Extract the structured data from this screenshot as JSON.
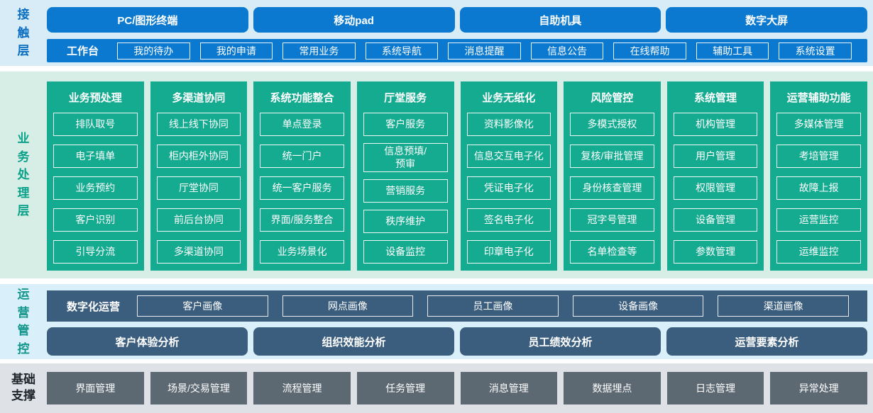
{
  "palette": {
    "blue": "#0b79cf",
    "teal": "#14ab90",
    "steel_blue": "#3b5e7e",
    "slate_gray": "#5c6973",
    "contact_bg": "#d8ecf7",
    "business_bg": "#d7eee6",
    "operations_bg": "#d9f0fa",
    "foundation_bg": "#dee2e7"
  },
  "contact_layer": {
    "label": "接触层",
    "terminals": [
      "PC/图形终端",
      "移动pad",
      "自助机具",
      "数字大屏"
    ],
    "workbench": {
      "label": "工作台",
      "items": [
        "我的待办",
        "我的申请",
        "常用业务",
        "系统导航",
        "消息提醒",
        "信息公告",
        "在线帮助",
        "辅助工具",
        "系统设置"
      ]
    }
  },
  "business_layer": {
    "label": "业务处理层",
    "columns": [
      {
        "title": "业务预处理",
        "items": [
          "排队取号",
          "电子填单",
          "业务预约",
          "客户识别",
          "引导分流"
        ]
      },
      {
        "title": "多渠道协同",
        "items": [
          "线上线下协同",
          "柜内柜外协同",
          "厅堂协同",
          "前后台协同",
          "多渠道协同"
        ]
      },
      {
        "title": "系统功能整合",
        "items": [
          "单点登录",
          "统一门户",
          "统一客户服务",
          "界面/服务整合",
          "业务场景化"
        ]
      },
      {
        "title": "厅堂服务",
        "items": [
          "客户服务",
          "信息预填/\n预审",
          "营销服务",
          "秩序维护",
          "设备监控"
        ]
      },
      {
        "title": "业务无纸化",
        "items": [
          "资料影像化",
          "信息交互电子化",
          "凭证电子化",
          "签名电子化",
          "印章电子化"
        ]
      },
      {
        "title": "风险管控",
        "items": [
          "多模式授权",
          "复核/审批管理",
          "身份核查管理",
          "冠字号管理",
          "名单检查等"
        ]
      },
      {
        "title": "系统管理",
        "items": [
          "机构管理",
          "用户管理",
          "权限管理",
          "设备管理",
          "参数管理"
        ]
      },
      {
        "title": "运营辅助功能",
        "items": [
          "多媒体管理",
          "考培管理",
          "故障上报",
          "运营监控",
          "运维监控"
        ]
      }
    ]
  },
  "operations_layer": {
    "label": "运营管控",
    "digital_ops": {
      "label": "数字化运营",
      "items": [
        "客户画像",
        "网点画像",
        "员工画像",
        "设备画像",
        "渠道画像"
      ]
    },
    "analytics": [
      "客户体验分析",
      "组织效能分析",
      "员工绩效分析",
      "运营要素分析"
    ]
  },
  "foundation_layer": {
    "label": "基础支撑",
    "items": [
      "界面管理",
      "场景/交易管理",
      "流程管理",
      "任务管理",
      "消息管理",
      "数据埋点",
      "日志管理",
      "异常处理"
    ]
  }
}
